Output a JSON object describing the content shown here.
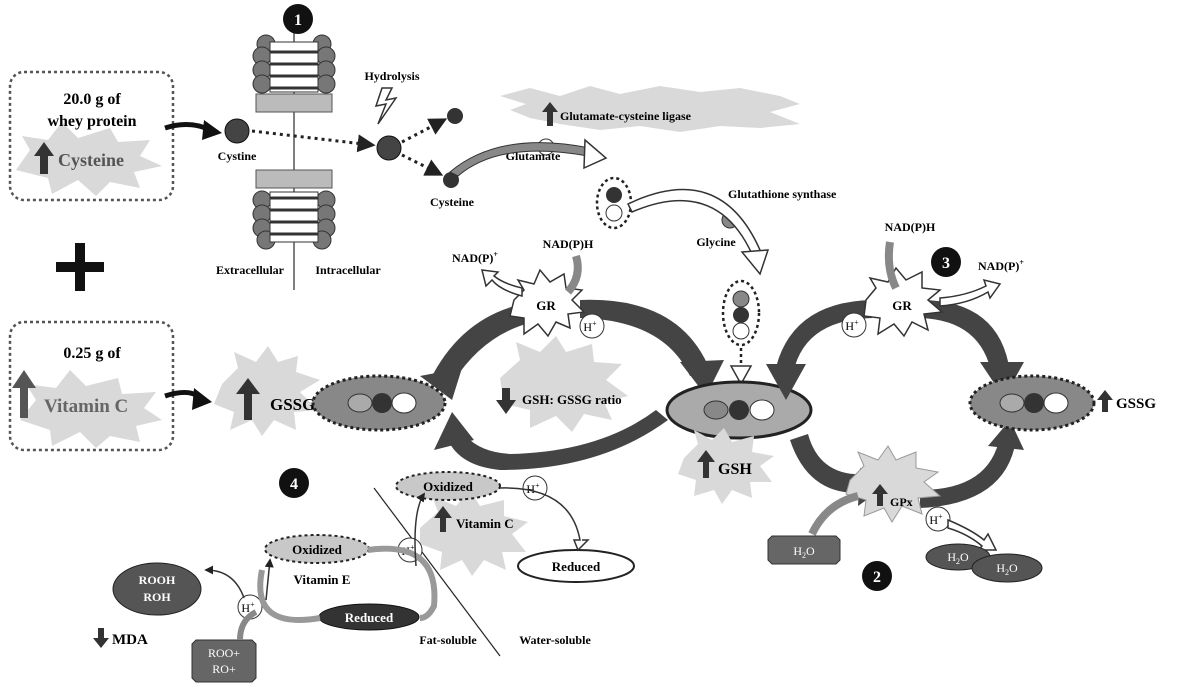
{
  "inputs": {
    "whey_amount": "20.0 g of",
    "whey_name": "whey protein",
    "cysteine": "Cysteine",
    "vitc_amount": "0.25 g of",
    "vitc_name": "Vitamin  C"
  },
  "step_numbers": [
    "1",
    "2",
    "3",
    "4"
  ],
  "labels": {
    "hydrolysis": "Hydrolysis",
    "cystine": "Cystine",
    "cysteine_small": "Cysteine",
    "extracellular": "Extracellular",
    "intracellular": "Intracellular",
    "glutamate_cysteine_ligase": "Glutamate-cysteine ligase",
    "glutamate": "Glutamate",
    "glutathione_synthase": "Glutathione synthase",
    "glycine": "Glycine",
    "nadph_left": "NAD(P)H",
    "nadp_left": "NAD(P)",
    "nadph_right": "NAD(P)H",
    "nadp_right": "NAD(P)",
    "plus_sup": "+",
    "gr_left": "GR",
    "gr_right": "GR",
    "hplus": "H",
    "gssg_left": "GSSG",
    "gssg_right": "GSSG",
    "ratio": "GSH: GSSG ratio",
    "gsh": "GSH",
    "gpx": "GPx",
    "h2o2": "H",
    "h2o2_sub": "2",
    "h2o2_o": "O",
    "h2o_a": "H",
    "h2o_sub": "2",
    "h2o_o": "O",
    "oxidized_c": "Oxidized",
    "vitamin_c": "Vitamin  C",
    "reduced_c": "Reduced",
    "oxidized_e": "Oxidized",
    "vitamin_e": "Vitamin  E",
    "reduced_e": "Reduced",
    "rooh": "ROOH",
    "roh": "ROH",
    "roo": "ROO+",
    "ro": "RO+",
    "mda": "MDA",
    "fat_soluble": "Fat-soluble",
    "water_soluble": "Water-soluble"
  },
  "colors": {
    "dark": "#333333",
    "mid": "#808080",
    "light": "#c8c8c8",
    "burst": "#d9d9d9",
    "white": "#ffffff"
  }
}
